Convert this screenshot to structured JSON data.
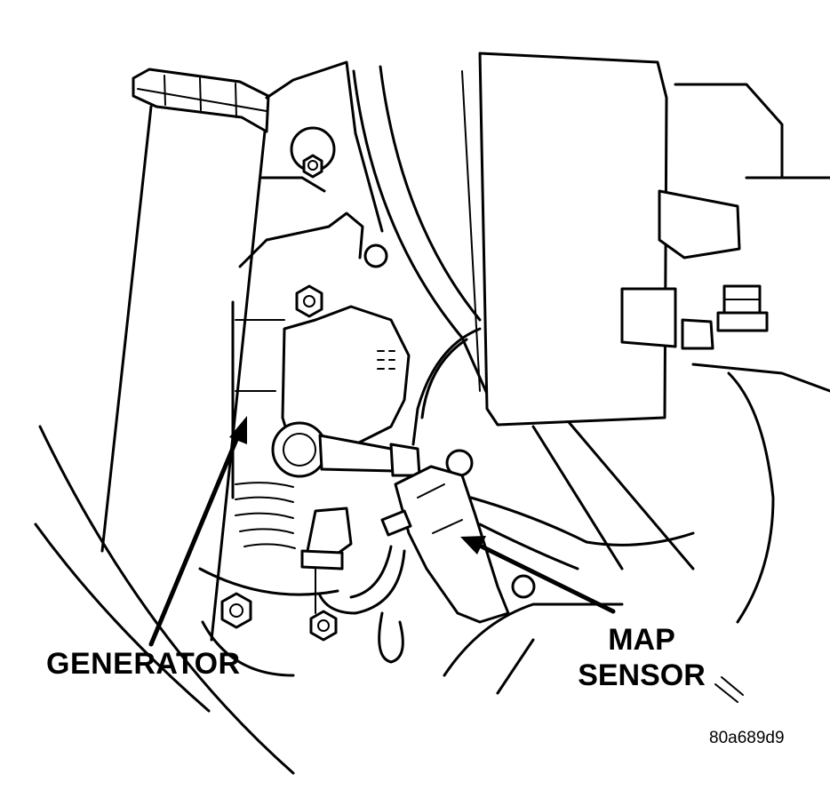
{
  "labels": {
    "generator": "GENERATOR",
    "map_line1": "MAP",
    "map_line2": "SENSOR",
    "figure_code": "80a689d9"
  }
}
